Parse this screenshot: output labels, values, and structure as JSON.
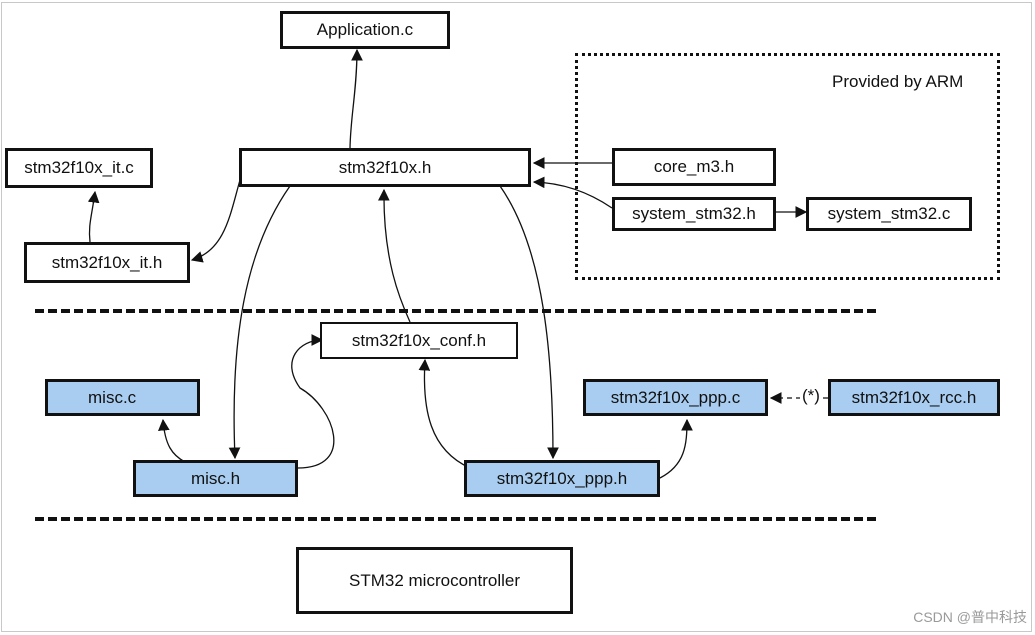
{
  "boxes": {
    "application_c": "Application.c",
    "stm32f10x_h": "stm32f10x.h",
    "stm32f10x_it_c": "stm32f10x_it.c",
    "stm32f10x_it_h": "stm32f10x_it.h",
    "core_m3_h": "core_m3.h",
    "system_stm32_h": "system_stm32.h",
    "system_stm32_c": "system_stm32.c",
    "stm32f10x_conf_h": "stm32f10x_conf.h",
    "misc_c": "misc.c",
    "misc_h": "misc.h",
    "stm32f10x_ppp_c": "stm32f10x_ppp.c",
    "stm32f10x_rcc_h": "stm32f10x_rcc.h",
    "stm32f10x_ppp_h": "stm32f10x_ppp.h",
    "stm32_microcontroller": "STM32 microcontroller"
  },
  "region_label": "Provided by ARM",
  "optional_marker": "(*)",
  "watermark": "CSDN @普中科技",
  "colors": {
    "box_fill": "#ffffff",
    "highlight_fill": "#a9cdf0",
    "line": "#111111"
  }
}
